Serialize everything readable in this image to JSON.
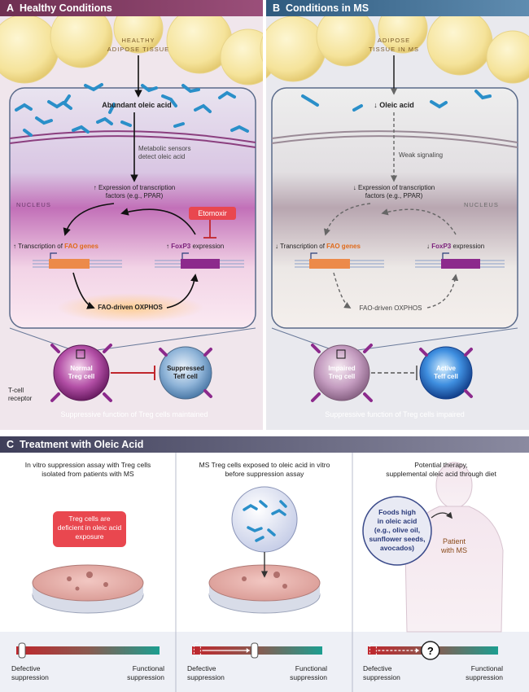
{
  "panel_a": {
    "letter": "A",
    "title": "Healthy Conditions",
    "tissue": [
      "HEALTHY",
      "ADIPOSE TISSUE"
    ],
    "oleic": "Abundant oleic acid",
    "sensors": [
      "Metabolic sensors",
      "detect oleic acid"
    ],
    "nucleus": "NUCLEUS",
    "tf": [
      "↑ Expression of transcription",
      "factors (e.g., PPAR)"
    ],
    "etomoxir": "Etomoxir",
    "fao_prefix": "↑ Transcription of ",
    "fao_genes": "FAO genes",
    "foxp3_prefix": "↑ ",
    "foxp3": "FoxP3",
    "foxp3_suffix": " expression",
    "oxphos": "FAO-driven OXPHOS",
    "treg": [
      "Normal",
      "Treg cell"
    ],
    "teff": [
      "Suppressed",
      "Teff cell"
    ],
    "tcr": [
      "T-cell",
      "receptor"
    ],
    "footer": "Suppressive function of Treg cells maintained"
  },
  "panel_b": {
    "letter": "B",
    "title": "Conditions in MS",
    "tissue": [
      "ADIPOSE",
      "TISSUE IN MS"
    ],
    "oleic": "↓ Oleic acid",
    "weak": "Weak signaling",
    "nucleus": "NUCLEUS",
    "tf": [
      "↓ Expression of transcription",
      "factors (e.g., PPAR)"
    ],
    "fao_prefix": "↓ Transcription of ",
    "fao_genes": "FAO genes",
    "foxp3_prefix": "↓ ",
    "foxp3": "FoxP3",
    "foxp3_suffix": " expression",
    "oxphos": "FAO-driven OXPHOS",
    "treg": [
      "Impaired",
      "Treg cell"
    ],
    "teff": [
      "Active",
      "Teff cell"
    ],
    "footer": "Suppressive function of Treg cells impaired"
  },
  "panel_c": {
    "letter": "C",
    "title": "Treatment with Oleic Acid",
    "col1_title": [
      "In vitro suppression assay with Treg cells",
      "isolated from patients with MS"
    ],
    "col1_box": [
      "Treg cells are",
      "deficient in oleic acid",
      "exposure"
    ],
    "col2_title": [
      "MS Treg cells exposed to oleic acid in vitro",
      "before suppression assay"
    ],
    "col3_title": [
      "Potential therapy,",
      "supplemental oleic acid through diet"
    ],
    "foods": [
      "Foods high",
      "in oleic acid",
      "(e.g., olive oil,",
      "sunflower seeds,",
      "avocados)"
    ],
    "patient": [
      "Patient",
      "with MS"
    ],
    "question": "?",
    "scale_left": [
      "Defective",
      "suppression"
    ],
    "scale_right": [
      "Functional",
      "suppression"
    ],
    "scale_marker_positions": [
      0.04,
      0.48,
      0.48
    ]
  },
  "colors": {
    "header_a": "#7e3a5e",
    "header_b": "#3d6c8f",
    "header_c": "#4a4a66",
    "fao": "#e06a1a",
    "foxp3": "#7a1f7a",
    "etomoxir": "#e9474f",
    "scale_left": "#c0262c",
    "scale_right": "#1c9e90"
  }
}
